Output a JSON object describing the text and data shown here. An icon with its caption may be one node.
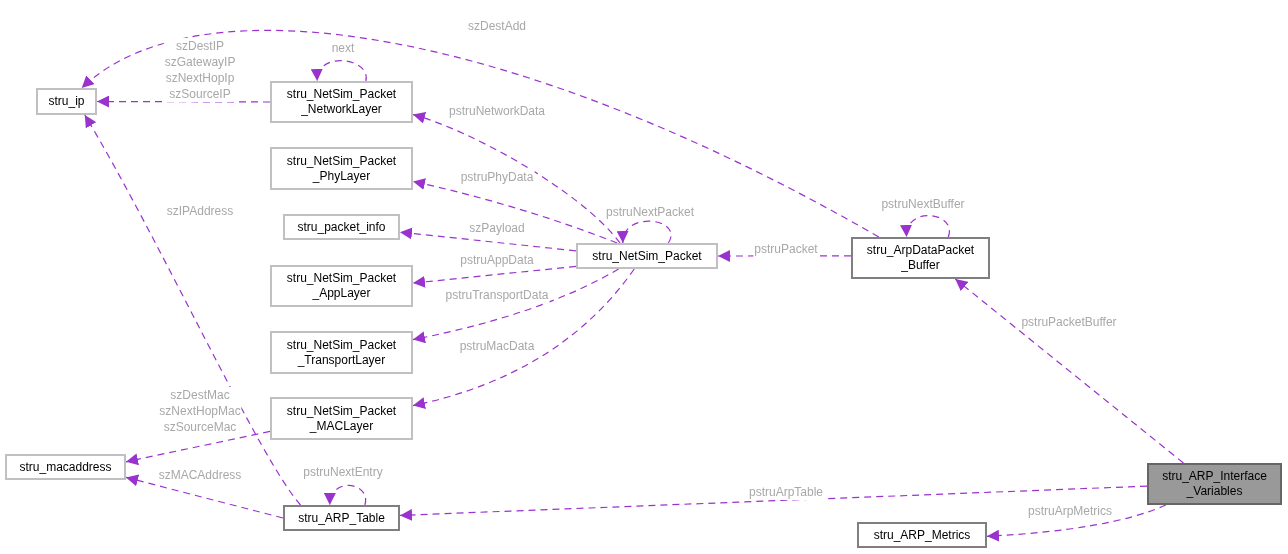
{
  "diagram": {
    "nodes": [
      {
        "text": [
          "stru_ip"
        ]
      },
      {
        "text": [
          "stru_NetSim_Packet _NetworkLayer"
        ]
      },
      {
        "text": [
          "stru_NetSim_Packet _PhyLayer"
        ]
      },
      {
        "text": [
          "stru_packet_info"
        ]
      },
      {
        "text": [
          "stru_NetSim_Packet"
        ]
      },
      {
        "text": [
          "stru_ArpDataPacket _Buffer"
        ]
      },
      {
        "text": [
          "stru_NetSim_Packet _AppLayer"
        ]
      },
      {
        "text": [
          "stru_NetSim_Packet _TransportLayer"
        ]
      },
      {
        "text": [
          "stru_NetSim_Packet _MACLayer"
        ]
      },
      {
        "text": [
          "stru_macaddress"
        ]
      },
      {
        "text": [
          "stru_ARP_Table"
        ]
      },
      {
        "text": [
          "stru_ARP_Interface _Variables"
        ]
      },
      {
        "text": [
          "stru_ARP_Metrics"
        ]
      }
    ],
    "edges": [
      {
        "from": 1,
        "to": 0,
        "arrow": "to",
        "label": "szDestIP szGatewayIP szNextHopIp szSourceIP"
      },
      {
        "from": 1,
        "to": 1,
        "arrow": "to",
        "label": "next"
      },
      {
        "from": 4,
        "to": 1,
        "arrow": "to",
        "label": "pstruNetworkData"
      },
      {
        "from": 4,
        "to": 2,
        "arrow": "to",
        "label": "pstruPhyData"
      },
      {
        "from": 4,
        "to": 3,
        "arrow": "to",
        "label": "szPayload"
      },
      {
        "from": 4,
        "to": 4,
        "arrow": "to",
        "label": "pstruNextPacket"
      },
      {
        "from": 4,
        "to": 6,
        "arrow": "to",
        "label": "pstruAppData"
      },
      {
        "from": 4,
        "to": 7,
        "arrow": "to",
        "label": "pstruTransportData"
      },
      {
        "from": 4,
        "to": 8,
        "arrow": "to",
        "label": "pstruMacData"
      },
      {
        "from": 5,
        "to": 0,
        "arrow": "to",
        "label": "szDestAdd"
      },
      {
        "from": 5,
        "to": 4,
        "arrow": "to",
        "label": "pstruPacket"
      },
      {
        "from": 5,
        "to": 5,
        "arrow": "to",
        "label": "pstruNextBuffer"
      },
      {
        "from": 8,
        "to": 9,
        "arrow": "to",
        "label": "szDestMac szNextHopMac szSourceMac"
      },
      {
        "from": 10,
        "to": 9,
        "arrow": "to",
        "label": "szMACAddress"
      },
      {
        "from": 10,
        "to": 0,
        "arrow": "to",
        "label": "szIPAddress"
      },
      {
        "from": 10,
        "to": 10,
        "arrow": "to",
        "label": "pstruNextEntry"
      },
      {
        "from": 11,
        "to": 5,
        "arrow": "to",
        "label": "pstruPacketBuffer"
      },
      {
        "from": 11,
        "to": 10,
        "arrow": "to",
        "label": "pstruArpTable"
      },
      {
        "from": 11,
        "to": 12,
        "arrow": "to",
        "label": "pstruArpMetrics"
      }
    ]
  }
}
